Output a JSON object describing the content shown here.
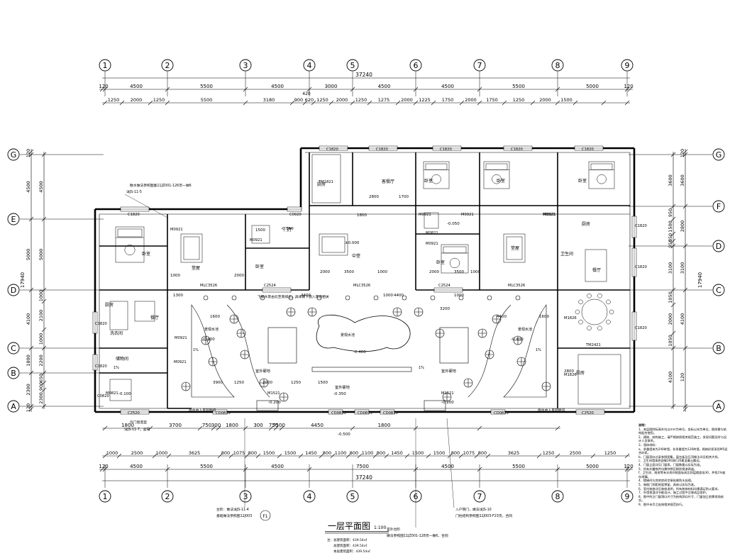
{
  "drawing": {
    "title": "一层平面图",
    "scale": "1:100",
    "areas": [
      "注：总建筑面积：439.54㎡",
      "总建筑面积：439.54㎡",
      "本层建筑面积：439.54㎡"
    ]
  },
  "axes": {
    "columns": [
      "1",
      "2",
      "3",
      "4",
      "5",
      "6",
      "7",
      "8",
      "9"
    ],
    "rows": [
      "G",
      "F",
      "E",
      "D",
      "C",
      "B",
      "A"
    ],
    "left_rows": [
      "G",
      "E",
      "D",
      "C",
      "B",
      "A"
    ],
    "right_rows": [
      "G",
      "F",
      "D",
      "C",
      "B",
      "A"
    ]
  },
  "dims": {
    "total": "37240",
    "top_row1": [
      "120",
      "4500",
      "5500",
      "4500",
      "3000",
      "4500",
      "4500",
      "5500",
      "5000",
      "120"
    ],
    "top_row2": [
      "1250",
      "2000",
      "1250",
      "5500",
      "3180",
      "900",
      "620",
      "1250",
      "2000",
      "1250",
      "1275",
      "2000",
      "1225",
      "1750",
      "2000",
      "1750",
      "1250",
      "2000",
      "1500"
    ],
    "top_extra": "420",
    "bottom_row1": [
      "1800",
      "3700",
      "750",
      "300",
      "1800",
      "300",
      "750",
      "7500",
      "4450",
      "1800"
    ],
    "bottom_row2": [
      "1000",
      "2500",
      "1000",
      "3625",
      "800",
      "1075",
      "800",
      "1500",
      "1500",
      "1450",
      "800",
      "1100",
      "800",
      "1100",
      "800",
      "1450",
      "1500",
      "1500",
      "800",
      "1075",
      "800",
      "3625",
      "1250",
      "2500",
      "1250"
    ],
    "bottom_row3": [
      "120",
      "4500",
      "5500",
      "4500",
      "7500",
      "4500",
      "5500",
      "5000",
      "120"
    ],
    "left_outer": [
      "120",
      "4500",
      "5000",
      "4100",
      "1800",
      "2300",
      "120"
    ],
    "left_inner": [
      "4500",
      "5000",
      "1000",
      "2100",
      "1000",
      "2200",
      "650",
      "900",
      "2300"
    ],
    "left_total": "17940",
    "right_outer": [
      "120",
      "3600",
      "2800",
      "3100",
      "4100",
      "120"
    ],
    "right_inner": [
      "3600",
      "950",
      "1500",
      "550",
      "950",
      "3100",
      "1050",
      "2000",
      "1050",
      "4100"
    ],
    "right_total": "17940"
  },
  "rooms": [
    "厨房",
    "餐厅",
    "卧室",
    "卧室",
    "卧室",
    "卧室",
    "卧室",
    "卧室",
    "堂屋",
    "堂屋",
    "中堂",
    "厨房",
    "厨房",
    "卫生间",
    "洗衣间",
    "餐厅",
    "厨房",
    "客餐厅",
    "门厅",
    "储物间"
  ],
  "windows": [
    "C1820",
    "C1820",
    "C1820",
    "C1820",
    "C1820",
    "C1820",
    "C0920",
    "C2524",
    "C2524",
    "C2520",
    "C2520",
    "C1820",
    "C1820",
    "C1820",
    "C1820",
    "C1820",
    "C0820",
    "CD0813",
    "CD0813",
    "CD0813",
    "CD0813",
    "CD0813"
  ],
  "doors": [
    "M0921",
    "M0921",
    "M0921",
    "M0921",
    "M0921",
    "M0921",
    "M0921",
    "M0921",
    "M0921",
    "M0821",
    "M0821",
    "M1521",
    "M1521",
    "M1826",
    "M1826",
    "MLC3526",
    "MLC3526",
    "MLC3526",
    "TM1821",
    "TM2421"
  ],
  "levels": [
    "±0.000",
    "-0.050",
    "-0.050",
    "-0.100",
    "-0.400",
    "-0.400",
    "-0.400",
    "-0.200",
    "-0.200",
    "-0.350",
    "-0.500"
  ],
  "labels": {
    "outdoor": [
      "室外硬地",
      "室外硬地",
      "室外硬地"
    ],
    "garden": [
      "景观水池",
      "景观水池",
      "景观水池"
    ],
    "gutter": [
      "雨水由入景观明沟",
      "雨水由入景观明沟"
    ],
    "stair_note": "下部水景由北至南排出，具体做下施入景观相关",
    "ref_top_left": "散水做法参照图集11JZ001-126页一做6",
    "ref_top_left_b": "详JS-11-5",
    "ref_bottom_left": "详JS-11-7，含同",
    "ref_bottom_left_b": "外门窗造型",
    "ref_bottom_mid": [
      "台阶：做法详JS-11-4",
      "基础做法参照图12J003"
    ],
    "ref_bottom_mid2": [
      "室外台阶",
      "做法参照图11JZ001-128页一做6，合同"
    ],
    "ref_bottom_right": [
      "入户院门，做法详JS-10",
      "门柱结构参照图12J003-F23页，合同"
    ],
    "section_mark": "F1",
    "slope": [
      "1%",
      "1%",
      "1%",
      "1%"
    ],
    "dim_misc": [
      "2800",
      "1700",
      "1800",
      "2000",
      "3500",
      "1000",
      "4400",
      "1000",
      "4400",
      "1000",
      "2000",
      "3500",
      "1000",
      "3900",
      "1250",
      "2000",
      "1250",
      "1500",
      "1600",
      "4400",
      "3200",
      "1600",
      "2800",
      "1300",
      "1500",
      "2000",
      "1000"
    ]
  },
  "notes": {
    "heading": "说明：",
    "lines": [
      "1、本层图除标高外均以mm为单位，坐标以米为单位，图纸需与结构配合使用。",
      "2、建筑、结构施工，请严格按照相关规范施工，发现问题及时与设计人员联系。",
      "3、墙体材料：",
      "a、承重墙体为240砖墙，非承重墙为120砖墙，砌筑砂浆采用M5混合砂浆。",
      "b、门窗洞口过梁参照图集，窗台板及压顶做法详见相关大样。",
      "c、卫生间墙体底部做200高C20素混凝土翻边。",
      "4、门窗立面详见门窗表，门窗数量以实际为准。",
      "5、所有外露铁件均需除锈后刷防锈漆两道。",
      "f、卫生间、厨房等有水房间地面标高比同层楼面低30，并找1%坡向地漏。",
      "4、楼梯间与其他房间交接处做防水处理。",
      "5、电缆门洞距地面预留，具体以实际为准。",
      "6、室内装修详见装修说明，所有装修材料均需满足防火要求。",
      "7、外墙保温详节能设计，施工过程中注意成品保护。",
      "8、图中所注门窗洞口尺寸为结构洞口尺寸，门窗加工前需现场核实。",
      "9、图中未尽之处按相关规范执行。"
    ]
  }
}
